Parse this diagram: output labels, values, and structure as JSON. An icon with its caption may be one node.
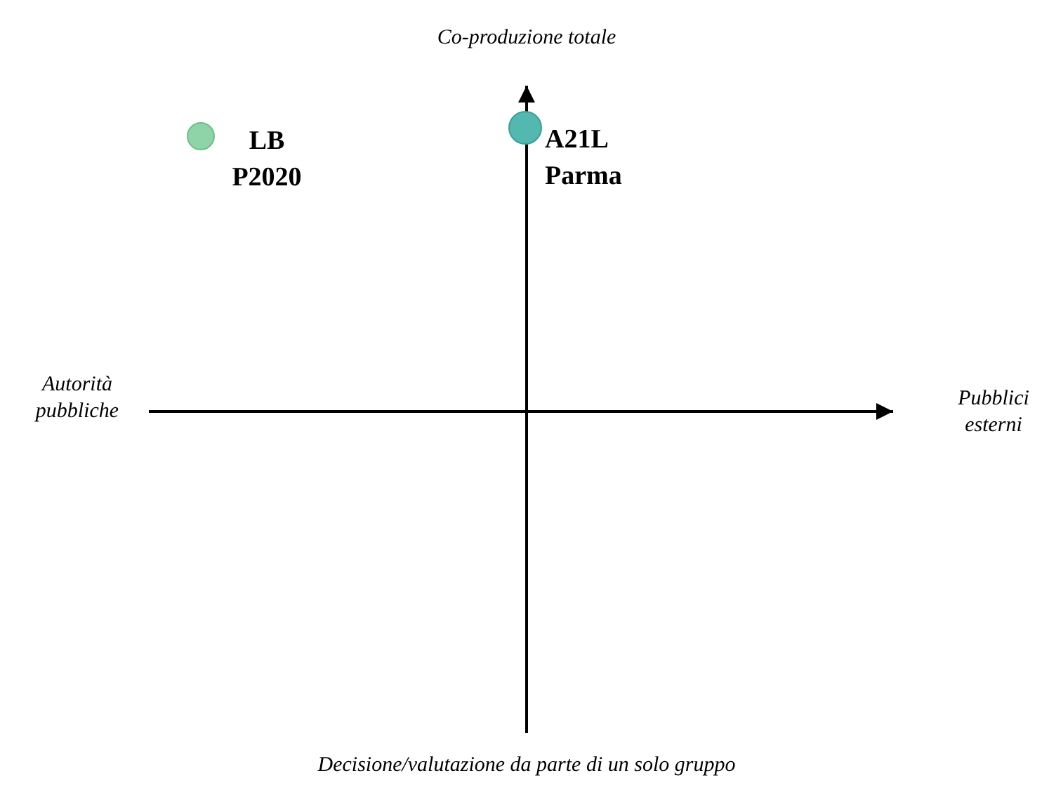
{
  "diagram": {
    "nodes": [
      {
        "text": [],
        "shape": "circle",
        "beside": [
          "LB P2020"
        ]
      },
      {
        "text": [],
        "shape": "circle",
        "beside": [
          "A21L Parma"
        ]
      }
    ],
    "labels": [
      "Co-produzione totale",
      "Autorità pubbliche",
      "Pubblici esterni",
      "Decisione/valutazione da parte di un solo gruppo"
    ]
  }
}
